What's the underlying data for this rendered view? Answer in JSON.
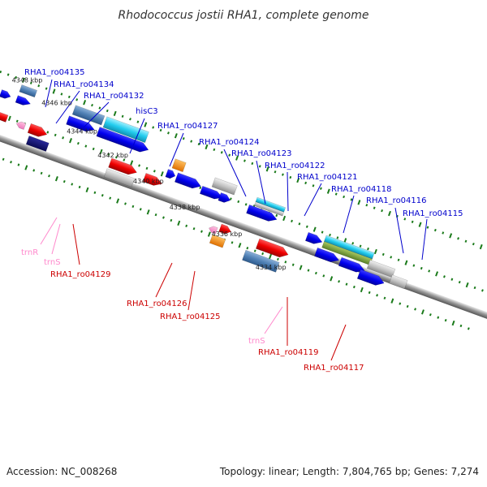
{
  "title": "Rhodococcus jostii RHA1, complete genome",
  "footer": {
    "accession": "Accession: NC_008268",
    "summary": "Topology: linear; Length: 7,804,765 bp; Genes: 7,274"
  },
  "ruler": {
    "labels": [
      "4348 kbp",
      "4346 kbp",
      "4344 kbp",
      "4342 kbp",
      "4340 kbp",
      "4338 kbp",
      "4336 kbp",
      "4334 kbp"
    ]
  },
  "colors": {
    "forward_label": "#0000cc",
    "reverse_label": "#cc0000",
    "rna_label": "#ff88cc",
    "tick": "#1a7a1a",
    "backbone": "#888888"
  },
  "genes_top": [
    "RHA1_ro04135",
    "RHA1_ro04134",
    "RHA1_ro04132",
    "hisC3",
    "RHA1_ro04127",
    "RHA1_ro04124",
    "RHA1_ro04123",
    "RHA1_ro04122",
    "RHA1_ro04121",
    "RHA1_ro04118",
    "RHA1_ro04116",
    "RHA1_ro04115"
  ],
  "genes_bottom": [
    "trnR",
    "trnS",
    "RHA1_ro04129",
    "RHA1_ro04126",
    "RHA1_ro04125",
    "trnS",
    "RHA1_ro04119",
    "RHA1_ro04117"
  ]
}
